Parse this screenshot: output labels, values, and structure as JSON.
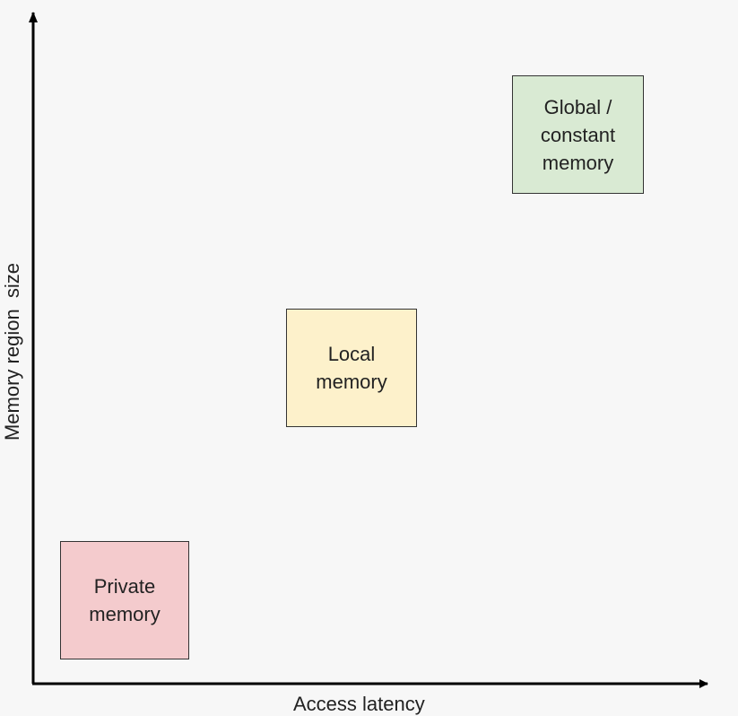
{
  "axes": {
    "x_label": "Access latency",
    "y_label": "Memory region  size",
    "color": "#000000"
  },
  "boxes": [
    {
      "id": "private",
      "label": "Private\nmemory",
      "fill": "#f4cbcd"
    },
    {
      "id": "local",
      "label": "Local\nmemory",
      "fill": "#fdf1cb"
    },
    {
      "id": "global",
      "label": "Global /\nconstant\nmemory",
      "fill": "#d9ead3"
    }
  ]
}
